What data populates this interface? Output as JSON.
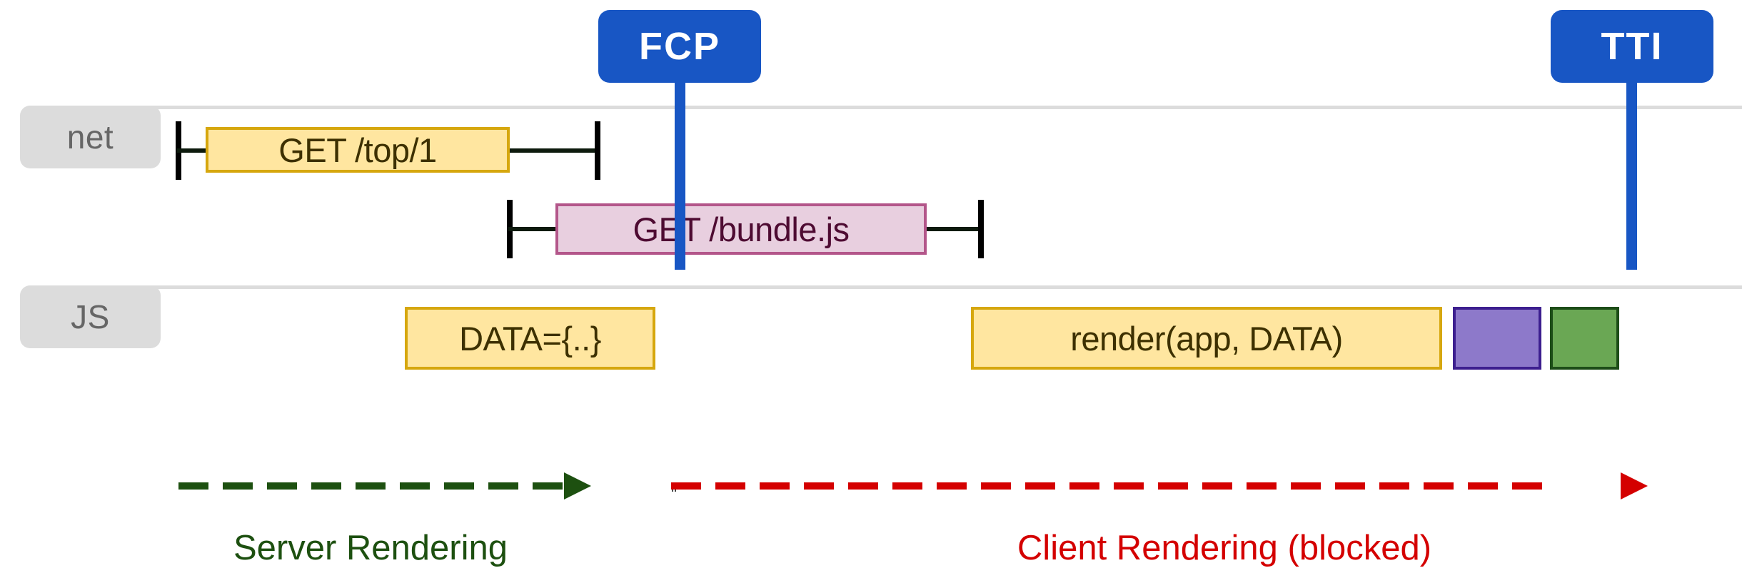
{
  "diagram": {
    "title": "Server-side rendering vs client-side rendering timeline",
    "colors": {
      "marker_blue": "#1856c4",
      "lane_gray": "#dcdcdc",
      "task_yellow_fill": "#ffe6a0",
      "task_yellow_stroke": "#d6a70e",
      "task_pink_fill": "#e8cfdf",
      "task_pink_stroke": "#b3568a",
      "task_purple_fill": "#8d79ca",
      "task_purple_stroke": "#3d1f8f",
      "task_green_fill": "#6aa754",
      "task_green_stroke": "#1d4d18",
      "server_phase": "#1d5010",
      "client_phase": "#d40000"
    }
  },
  "lanes": [
    {
      "id": "net",
      "label": "net"
    },
    {
      "id": "js",
      "label": "JS"
    }
  ],
  "markers": [
    {
      "id": "fcp",
      "label": "FCP"
    },
    {
      "id": "tti",
      "label": "TTI"
    }
  ],
  "tasks": {
    "net": [
      {
        "id": "get-top",
        "label": "GET /top/1"
      },
      {
        "id": "get-bundle",
        "label": "GET /bundle.js"
      }
    ],
    "js": [
      {
        "id": "data-assign",
        "label": "DATA={..}"
      },
      {
        "id": "render-call",
        "label": "render(app, DATA)"
      },
      {
        "id": "purple-task",
        "label": ""
      },
      {
        "id": "green-task",
        "label": ""
      }
    ]
  },
  "phases": [
    {
      "id": "server",
      "label": "Server Rendering"
    },
    {
      "id": "client",
      "label": "Client Rendering (blocked)"
    }
  ]
}
